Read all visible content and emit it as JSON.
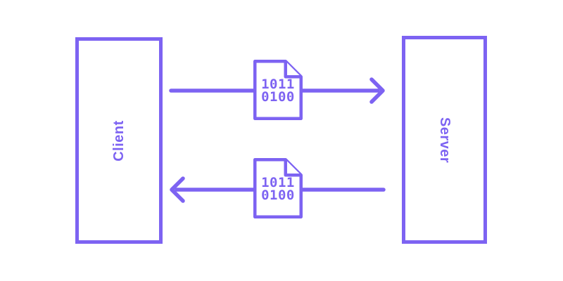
{
  "diagram": {
    "nodes": {
      "client": {
        "label": "Client"
      },
      "server": {
        "label": "Server"
      }
    },
    "documents": [
      {
        "line1": "1011",
        "line2": "0100"
      },
      {
        "line1": "1011",
        "line2": "0100"
      }
    ],
    "arrows": [
      {
        "name": "client-to-server",
        "direction": "right"
      },
      {
        "name": "server-to-client",
        "direction": "left"
      }
    ],
    "colors": {
      "accent": "#7D63F2",
      "background": "#FFFFFF"
    }
  }
}
